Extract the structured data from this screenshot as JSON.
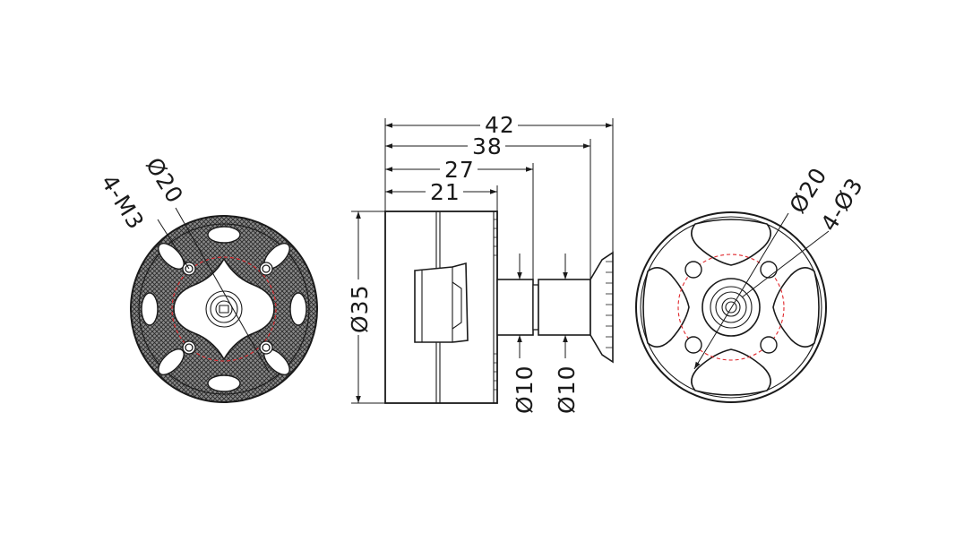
{
  "dimensions": {
    "total_length": "42",
    "length_38": "38",
    "length_27": "27",
    "length_21": "21",
    "body_diameter": "Ø35",
    "shaft_diameter_1": "Ø10",
    "shaft_diameter_2": "Ø10"
  },
  "left_view": {
    "bolt_circle": "Ø20",
    "thread_callout": "4-M3"
  },
  "right_view": {
    "bolt_circle": "Ø20",
    "hole_callout": "4-Ø3"
  },
  "colors": {
    "line": "#1a1a1a",
    "center_circle": "#e0262b",
    "mesh": "#6c6c6c"
  }
}
